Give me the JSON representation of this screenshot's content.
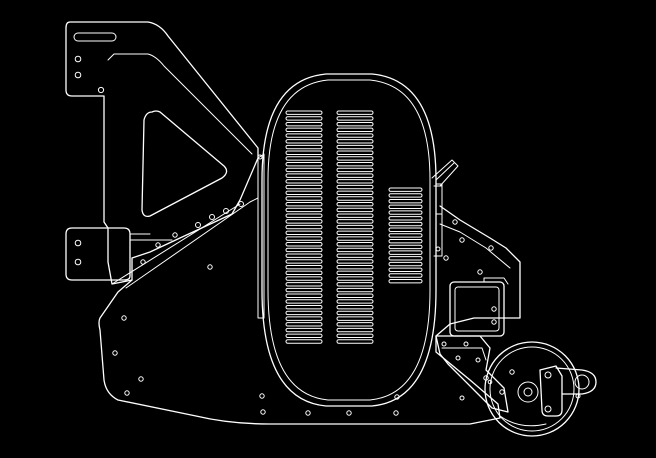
{
  "drawing": {
    "background_color": "#000000",
    "line_color": "#ffffff",
    "vent_columns": {
      "left": {
        "slot_count": 41
      },
      "middle": {
        "slot_count": 41
      },
      "right": {
        "slot_count": 17
      }
    }
  }
}
